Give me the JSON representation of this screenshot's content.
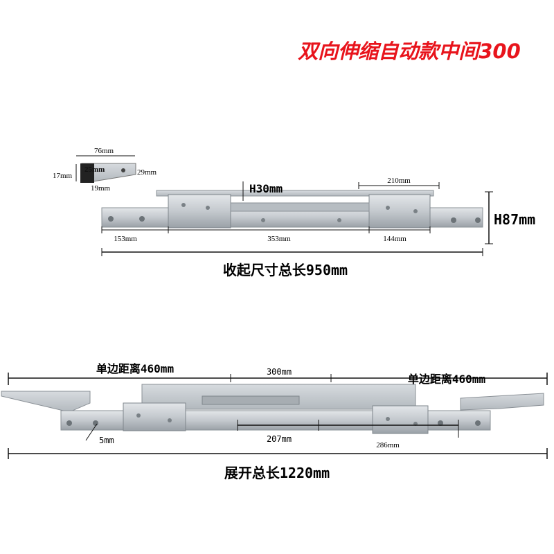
{
  "title": "双向伸缩自动款中间300",
  "colors": {
    "title": "#e8141c",
    "metal": "#c9ced3",
    "metal_dark": "#8f969c",
    "line": "#111111"
  },
  "collapsed": {
    "bracket": {
      "width": "76mm",
      "height": "17mm",
      "inner": "25mm",
      "hole": "29mm",
      "depth": "19mm"
    },
    "dims": {
      "slot_height": "H30mm",
      "top_plate": "210mm",
      "overall_height": "H87mm",
      "left_seg": "153mm",
      "middle_seg": "353mm",
      "right_seg": "144mm"
    },
    "total_caption": "收起尺寸总长950mm"
  },
  "expanded": {
    "left_span": "单边距离460mm",
    "center_span": "300mm",
    "right_span": "单边距离460mm",
    "gap_label": "5mm",
    "inner_left": "207mm",
    "inner_right": "286mm",
    "total_caption": "展开总长1220mm"
  }
}
